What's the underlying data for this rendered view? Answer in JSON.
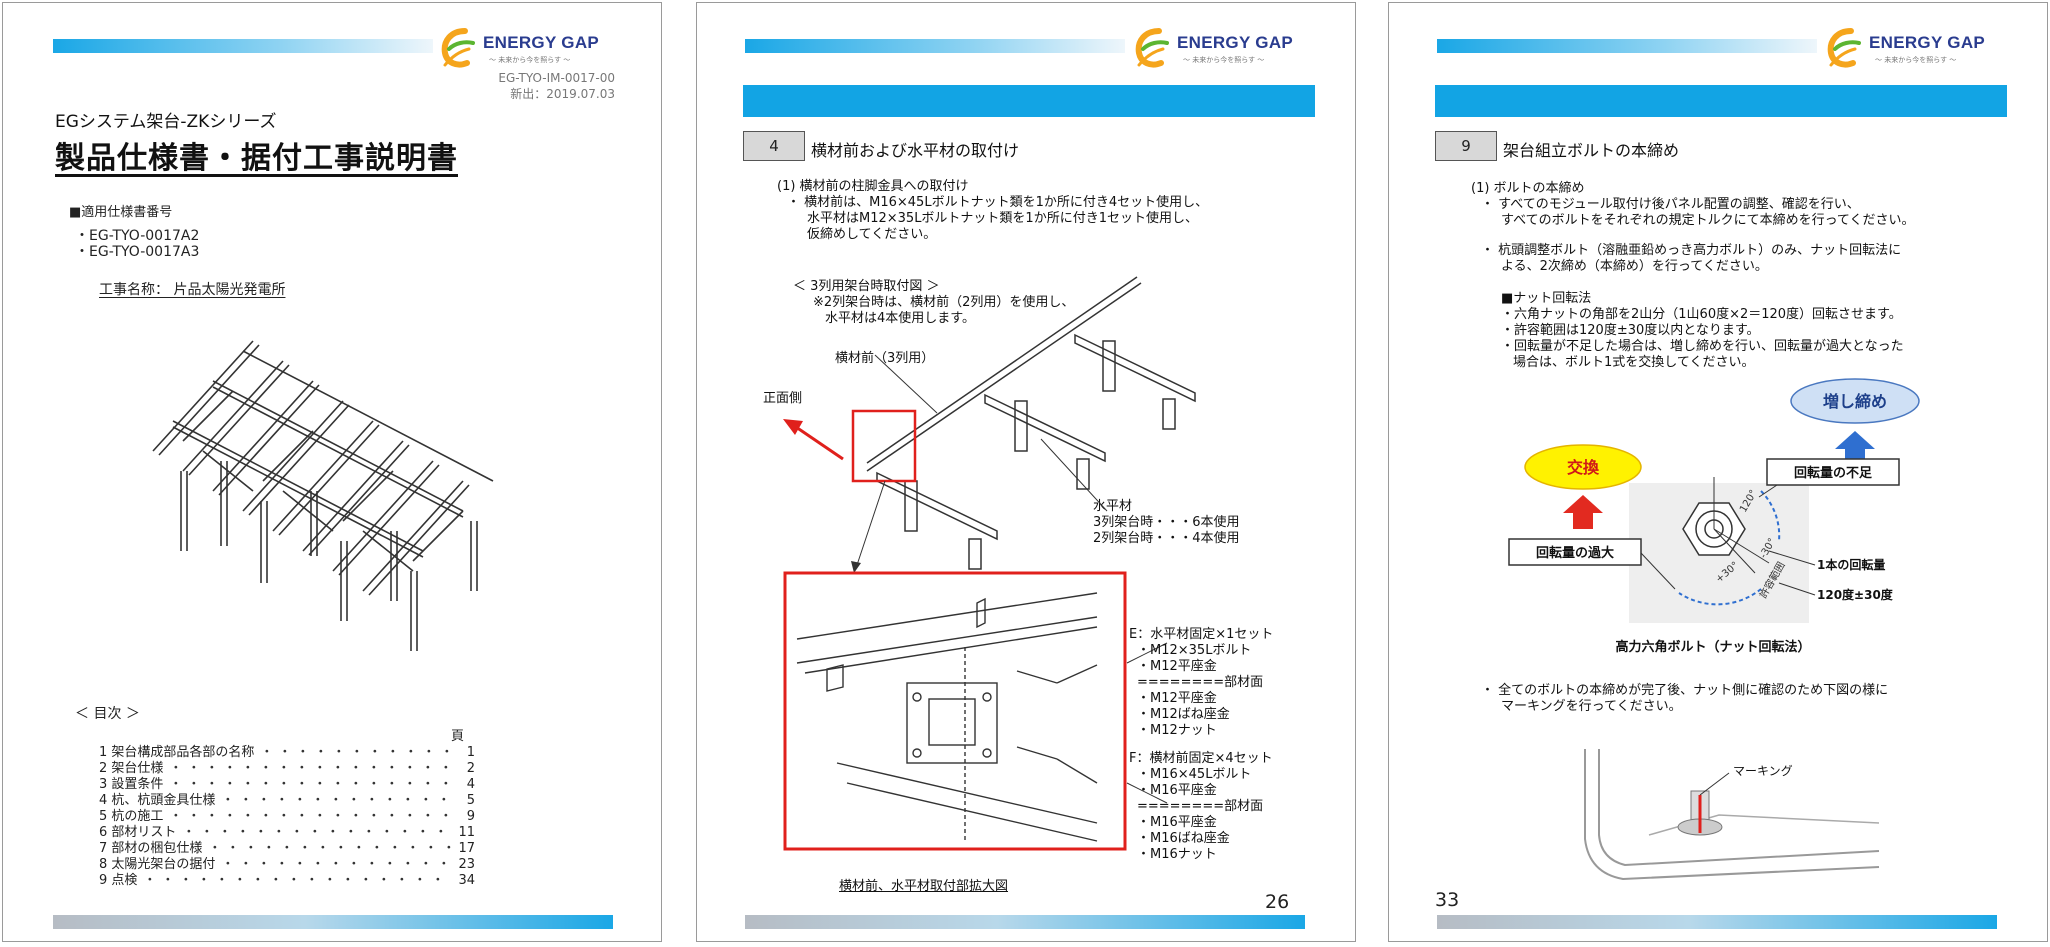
{
  "logo": {
    "brand": "ENERGY GAP",
    "brand_e": "E",
    "tagline": "〜 未来から今を照らす 〜",
    "colors": {
      "orange": "#f5a51c",
      "green": "#5cb531",
      "navy": "#2a3c8f"
    }
  },
  "page1": {
    "doc_number": "EG-TYO-IM-0017-00",
    "date": "新出：2019.07.03",
    "series": "EGシステム架台-ZKシリーズ",
    "title": "製品仕様書・据付工事説明書",
    "spec_heading": "■適用仕様書番号",
    "spec_items": [
      "・EG-TYO-0017A2",
      "・EG-TYO-0017A3"
    ],
    "project": "工事名称：  片品太陽光発電所",
    "toc_title": "＜   目次   ＞",
    "toc_page_header": "頁",
    "toc": [
      {
        "label": "1 架台構成部品各部の名称",
        "page": "1"
      },
      {
        "label": "2 架台仕様",
        "page": "2"
      },
      {
        "label": "3 設置条件",
        "page": "4"
      },
      {
        "label": "4 杭、杭頭金具仕様",
        "page": "5"
      },
      {
        "label": "5 杭の施工",
        "page": "9"
      },
      {
        "label": "6 部材リスト",
        "page": "11"
      },
      {
        "label": "7 部材の梱包仕様",
        "page": "17"
      },
      {
        "label": "8 太陽光架台の据付",
        "page": "23"
      },
      {
        "label": "9 点検",
        "page": "34"
      }
    ]
  },
  "page2": {
    "section_number": "4",
    "section_title": "横材前および水平材の取付け",
    "step1_heading": "(1)  横材前の柱脚金具への取付け",
    "step1_lines": [
      "・ 横材前は、M16×45Lボルトナット類を1か所に付き4セット使用し、",
      "水平材はM12×35Lボルトナット類を1か所に付き1セット使用し、",
      "仮締めしてください。"
    ],
    "diagram_title": "＜ 3列用架台時取付図 ＞",
    "diagram_note_1": "※2列架台時は、横材前（2列用）を使用し、",
    "diagram_note_2": "水平材は4本使用します。",
    "label_yokozai": "横材前（3列用）",
    "label_front": "正面側",
    "label_suiheizai": "水平材",
    "label_3rows": "3列架台時・・・6本使用",
    "label_2rows": "2列架台時・・・4本使用",
    "e_title": "E：水平材固定×1セット",
    "e_items": [
      "・M12×35Lボルト",
      "・M12平座金",
      "========部材面",
      "・M12平座金",
      "・M12ばね座金",
      "・M12ナット"
    ],
    "f_title": "F：横材前固定×4セット",
    "f_items": [
      "・M16×45Lボルト",
      "・M16平座金",
      "========部材面",
      "・M16平座金",
      "・M16ばね座金",
      "・M16ナット"
    ],
    "caption": "横材前、水平材取付部拡大図",
    "page_number": "26"
  },
  "page3": {
    "section_number": "9",
    "section_title": "架台組立ボルトの本締め",
    "step1_heading": "(1)  ボルトの本締め",
    "lines_a": [
      "・ すべてのモジュール取付け後パネル配置の調整、確認を行い、",
      "すべてのボルトをそれぞれの規定トルクにて本締めを行ってください。"
    ],
    "lines_b": [
      "・ 杭頭調整ボルト（溶融亜鉛めっき高力ボルト）のみ、ナット回転法に",
      "よる、2次締め（本締め）を行ってください。"
    ],
    "nut_heading": "■ナット回転法",
    "nut_lines": [
      "・六角ナットの角部を2山分（1山60度×2＝120度）回転させます。",
      "・許容範囲は120度±30度以内となります。",
      "・回転量が不足した場合は、増し締めを行い、回転量が過大となった",
      "場合は、ボルト1式を交換してください。"
    ],
    "badge_tighten": "増し締め",
    "badge_replace": "交換",
    "label_insufficient": "回転量の不足",
    "label_excess": "回転量の過大",
    "label_one": "1本の回転量",
    "label_range": "120度±30度",
    "label_allow": "許容範囲",
    "label_120": "120°",
    "label_p30": "+30°",
    "label_m30": "-30°",
    "diagram_caption": "高力六角ボルト（ナット回転法）",
    "marking_lines": [
      "・ 全てのボルトの本締めが完了後、ナット側に確認のため下図の様に",
      "マーキングを行ってください。"
    ],
    "marking_label": "マーキング",
    "page_number": "33"
  }
}
